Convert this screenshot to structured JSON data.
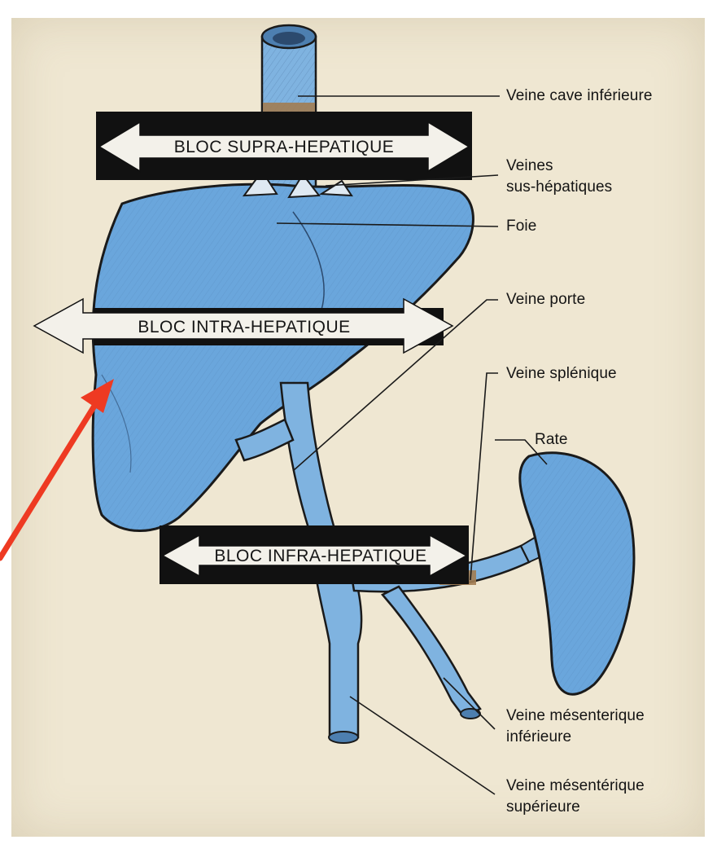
{
  "colors": {
    "background": "#ffffff",
    "paper": "#efe7d2",
    "organ_fill": "#6aa6dc",
    "vessel_fill": "#7fb3e0",
    "outline": "#1a1a1a",
    "banner": "#111111",
    "pointer_arrow": "#ee3a22",
    "obstruction_band": "#a27c52"
  },
  "banners": {
    "supra": "BLOC SUPRA-HEPATIQUE",
    "intra": "BLOC INTRA-HEPATIQUE",
    "infra": "BLOC INFRA-HEPATIQUE"
  },
  "labels": {
    "veine_cave": "Veine cave inférieure",
    "veines_sus_1": "Veines",
    "veines_sus_2": "sus-hépatiques",
    "foie": "Foie",
    "veine_porte": "Veine porte",
    "veine_splenique": "Veine splénique",
    "rate": "Rate",
    "veine_mes_inf_1": "Veine mésenterique",
    "veine_mes_inf_2": "inférieure",
    "veine_mes_sup_1": "Veine mésentérique",
    "veine_mes_sup_2": "supérieure"
  },
  "icons": {
    "pointer": "red-arrow-icon",
    "double_arrow": "double-headed-arrow-icon"
  }
}
